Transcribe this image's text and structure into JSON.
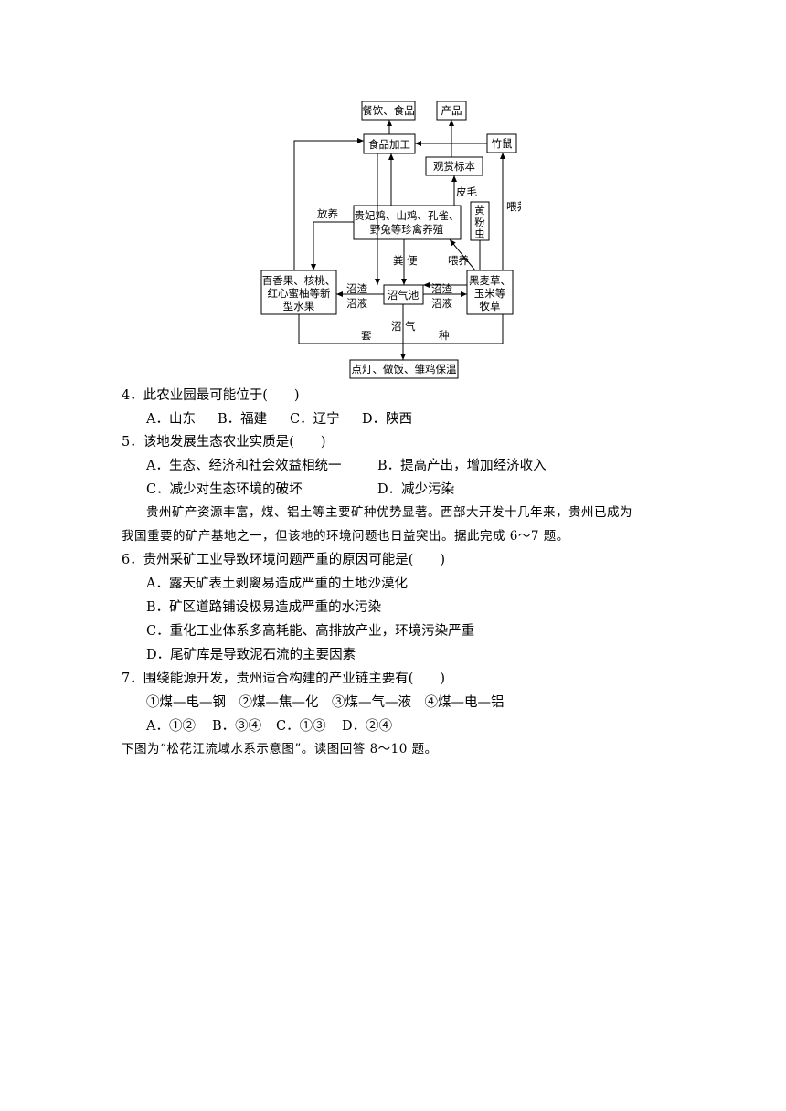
{
  "diagram": {
    "boxes": {
      "catering": "餐饮、食品",
      "product": "产品",
      "food_processing": "食品加工",
      "bamboo_rat": "竹鼠",
      "specimen": "观赏标本",
      "poultry_line1": "贵妃鸡、山鸡、孔雀、",
      "poultry_line2": "野兔等珍禽养殖",
      "mealworm": [
        "黄",
        "粉",
        "虫"
      ],
      "fruit_line1": "百香果、核桃、",
      "fruit_line2": "红心蜜柚等新",
      "fruit_line3": "型水果",
      "biogas_pool": "沼气池",
      "grass_line1": "黑麦草、",
      "grass_line2": "玉米等",
      "grass_line3": "牧草",
      "uses": "点灯、做饭、雏鸡保温"
    },
    "labels": {
      "fur": "皮毛",
      "feed_right": "喂养",
      "release": "放养",
      "manure": "粪 便",
      "feed_mid": "喂养",
      "residue_left": "沼渣",
      "liquid_left": "沼液",
      "residue_right": "沼渣",
      "liquid_right": "沼液",
      "biogas": "沼 气",
      "intercrop_1": "套",
      "intercrop_2": "种"
    }
  },
  "questions": [
    {
      "stem": "4．此农业园最可能位于(　　)",
      "options": [
        "A．山东",
        "B．福建",
        "C．辽宁",
        "D．陕西"
      ]
    },
    {
      "stem": "5．该地发展生态农业实质是(　　)",
      "options": [
        "A．生态、经济和社会效益相统一",
        "B．提高产出，增加经济收入",
        "C．减少对生态环境的破坏",
        "D．减少污染"
      ]
    }
  ],
  "passage": {
    "line1": "贵州矿产资源丰富，煤、铝土等主要矿种优势显著。西部大开发十几年来，贵州已成为",
    "line2": "我国重要的矿产基地之一，但该地的环境问题也日益突出。据此完成 6～7 题。"
  },
  "q6": {
    "stem": "6．贵州采矿工业导致环境问题严重的原因可能是(　　)",
    "options": [
      "A．露天矿表土剥离易造成严重的土地沙漠化",
      "B．矿区道路铺设极易造成严重的水污染",
      "C．重化工业体系多高耗能、高排放产业，环境污染严重",
      "D．尾矿库是导致泥石流的主要因素"
    ]
  },
  "q7": {
    "stem": "7．围绕能源开发，贵州适合构建的产业链主要有(　　)",
    "chains": "①煤—电—钢　②煤—焦—化　③煤—气—液　④煤—电—铝",
    "options": [
      "A．①②",
      "B．③④",
      "C．①③",
      "D．②④"
    ]
  },
  "next_intro": "下图为“松花江流域水系示意图”。读图回答 8～10 题。"
}
